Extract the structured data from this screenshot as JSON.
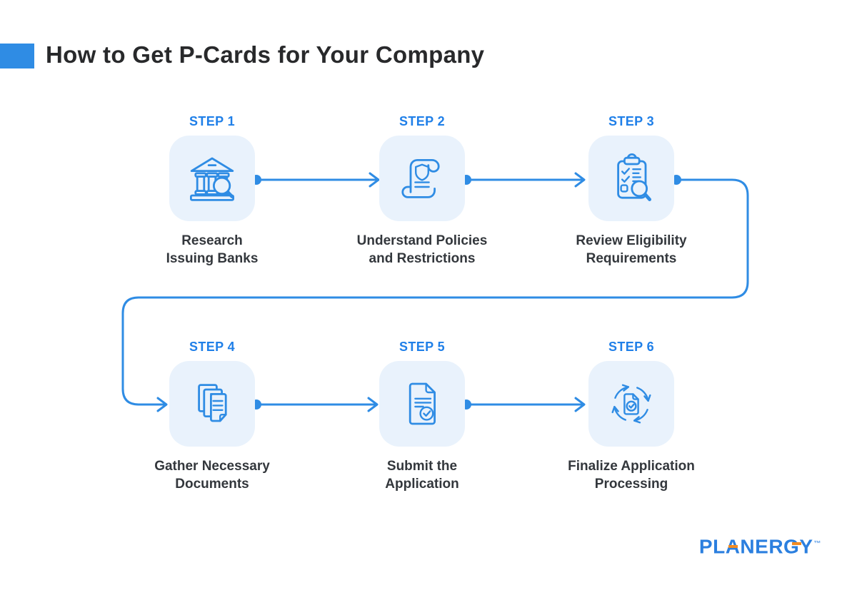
{
  "title": "How to Get P-Cards for Your Company",
  "steps": [
    {
      "label": "STEP 1",
      "caption_line1": "Research",
      "caption_line2": "Issuing Banks",
      "icon": "bank-search-icon"
    },
    {
      "label": "STEP 2",
      "caption_line1": "Understand Policies",
      "caption_line2": "and Restrictions",
      "icon": "policy-scroll-icon"
    },
    {
      "label": "STEP 3",
      "caption_line1": "Review Eligibility",
      "caption_line2": "Requirements",
      "icon": "eligibility-checklist-icon"
    },
    {
      "label": "STEP 4",
      "caption_line1": "Gather Necessary",
      "caption_line2": "Documents",
      "icon": "documents-stack-icon"
    },
    {
      "label": "STEP 5",
      "caption_line1": "Submit the",
      "caption_line2": "Application",
      "icon": "submit-document-icon"
    },
    {
      "label": "STEP 6",
      "caption_line1": "Finalize Application",
      "caption_line2": "Processing",
      "icon": "processing-cycle-icon"
    }
  ],
  "logo": {
    "text": "PLANERGY",
    "trademark": "™"
  },
  "colors": {
    "accent": "#2f8ce4",
    "step_label": "#1f7fe8",
    "icon_bg": "#e9f2fc",
    "title_text": "#28292b",
    "caption_text": "#33373c",
    "logo_blue": "#2b7fdf",
    "logo_orange": "#f28b22",
    "background": "#ffffff"
  }
}
